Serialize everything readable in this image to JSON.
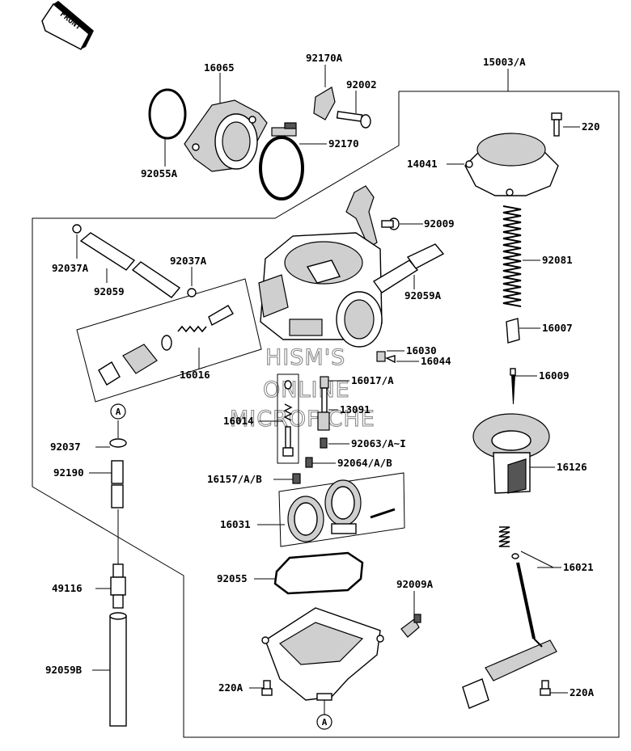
{
  "watermark": {
    "line1": "HISM'S",
    "line2": "ONLINE",
    "line3": "MICROFICHE"
  },
  "front_label": "FRONT",
  "ref_marker": "A",
  "labels": {
    "p16065": "16065",
    "p92170A": "92170A",
    "p15003": "15003/A",
    "p92002": "92002",
    "p92170": "92170",
    "p92055A": "92055A",
    "p220_top": "220",
    "p14041": "14041",
    "p92009": "92009",
    "p92037A_left": "92037A",
    "p92037A_right": "92037A",
    "p92059": "92059",
    "p92059A": "92059A",
    "p92081": "92081",
    "p16007": "16007",
    "p16016": "16016",
    "p16030": "16030",
    "p16044": "16044",
    "p16009": "16009",
    "p16017": "16017/A",
    "p13091": "13091",
    "p16014": "16014",
    "p92037": "92037",
    "p92063": "92063/A~I",
    "p92064": "92064/A/B",
    "p92190": "92190",
    "p16157": "16157/A/B",
    "p16126": "16126",
    "p16031": "16031",
    "p16021": "16021",
    "p49116": "49116",
    "p92055": "92055",
    "p92009A": "92009A",
    "p92059B": "92059B",
    "p220A_left": "220A",
    "p220A_right": "220A"
  }
}
